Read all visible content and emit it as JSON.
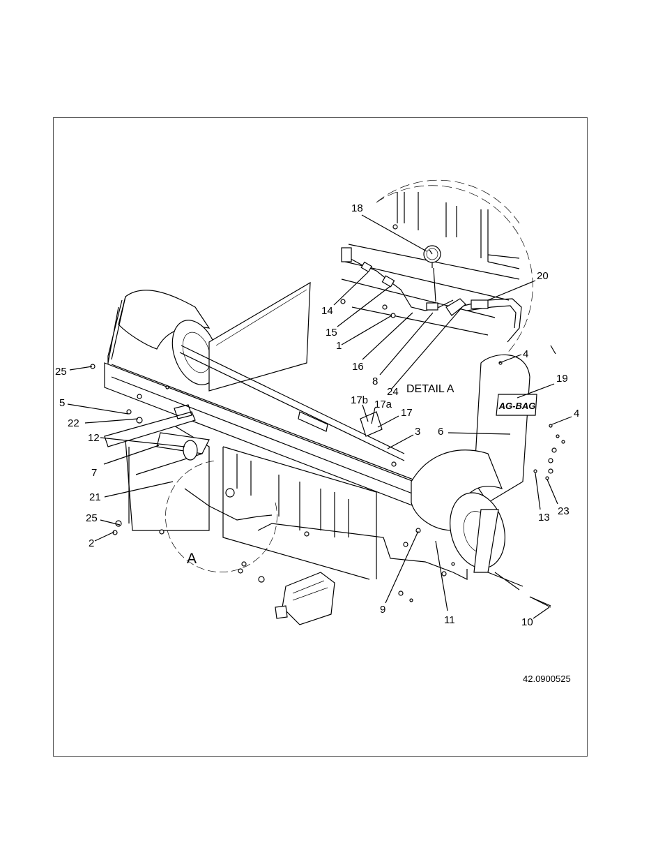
{
  "callouts": {
    "c25a": "25",
    "c5": "5",
    "c22": "22",
    "c12": "12",
    "c7": "7",
    "c21": "21",
    "c25b": "25",
    "c2": "2",
    "c18": "18",
    "c14": "14",
    "c15": "15",
    "c1": "1",
    "c16": "16",
    "c8": "8",
    "c24": "24",
    "c20": "20",
    "c4a": "4",
    "c19": "19",
    "c4b": "4",
    "c17b": "17b",
    "c17a": "17a",
    "c17": "17",
    "c3": "3",
    "c6": "6",
    "c23": "23",
    "c13": "13",
    "c9": "9",
    "c11": "11",
    "c10": "10"
  },
  "detail_label": "DETAIL A",
  "detail_marker": "A",
  "logo_text": "AG-BAG",
  "document_number": "42.0900525"
}
